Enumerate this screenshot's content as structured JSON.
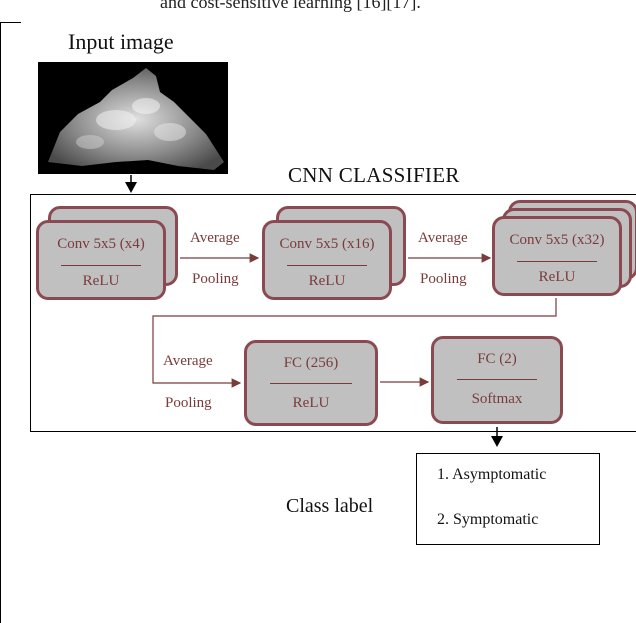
{
  "header_fragment": "and cost-sensitive learning [16][17].",
  "input_title": "Input image",
  "cnn_title": "CNN CLASSIFIER",
  "blocks": [
    {
      "line1": "Conv 5x5 (x4)",
      "line2": "ReLU"
    },
    {
      "line1": "Conv 5x5 (x16)",
      "line2": "ReLU"
    },
    {
      "line1": "Conv 5x5 (x32)",
      "line2": "ReLU"
    },
    {
      "line1": "FC (256)",
      "line2": "ReLU"
    },
    {
      "line1": "FC (2)",
      "line2": "Softmax"
    }
  ],
  "pool_labels": [
    {
      "line1": "Average",
      "line2": "Pooling"
    },
    {
      "line1": "Average",
      "line2": "Pooling"
    },
    {
      "line1": "Average",
      "line2": "Pooling"
    }
  ],
  "class_label": "Class label",
  "outputs": [
    "1. Asymptomatic",
    "2. Symptomatic"
  ],
  "colors": {
    "block_fill": "#c0c0c0",
    "block_border": "#8b4a52",
    "text": "#7a3b3b",
    "arrow": "#7a3b3b"
  }
}
